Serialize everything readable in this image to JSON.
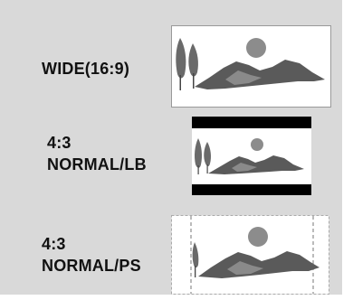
{
  "rows": [
    {
      "line1": "WIDE(16:9)",
      "line2": ""
    },
    {
      "line1": "4:3",
      "line2": "NORMAL/LB"
    },
    {
      "line1": "4:3",
      "line2": "NORMAL/PS"
    }
  ],
  "colors": {
    "panel": "#d9d9d9",
    "screen": "#ffffff",
    "letterbox_bar": "#000000",
    "sun": "#8c8c8c",
    "mountain": "#5a5a5a",
    "mountain_light": "#8a8a8a",
    "tree": "#6a6a6a",
    "crop_guide": "#777777"
  },
  "icons": [
    "landscape-scene-icon",
    "sun-icon",
    "mountain-icon",
    "tree-icon"
  ]
}
